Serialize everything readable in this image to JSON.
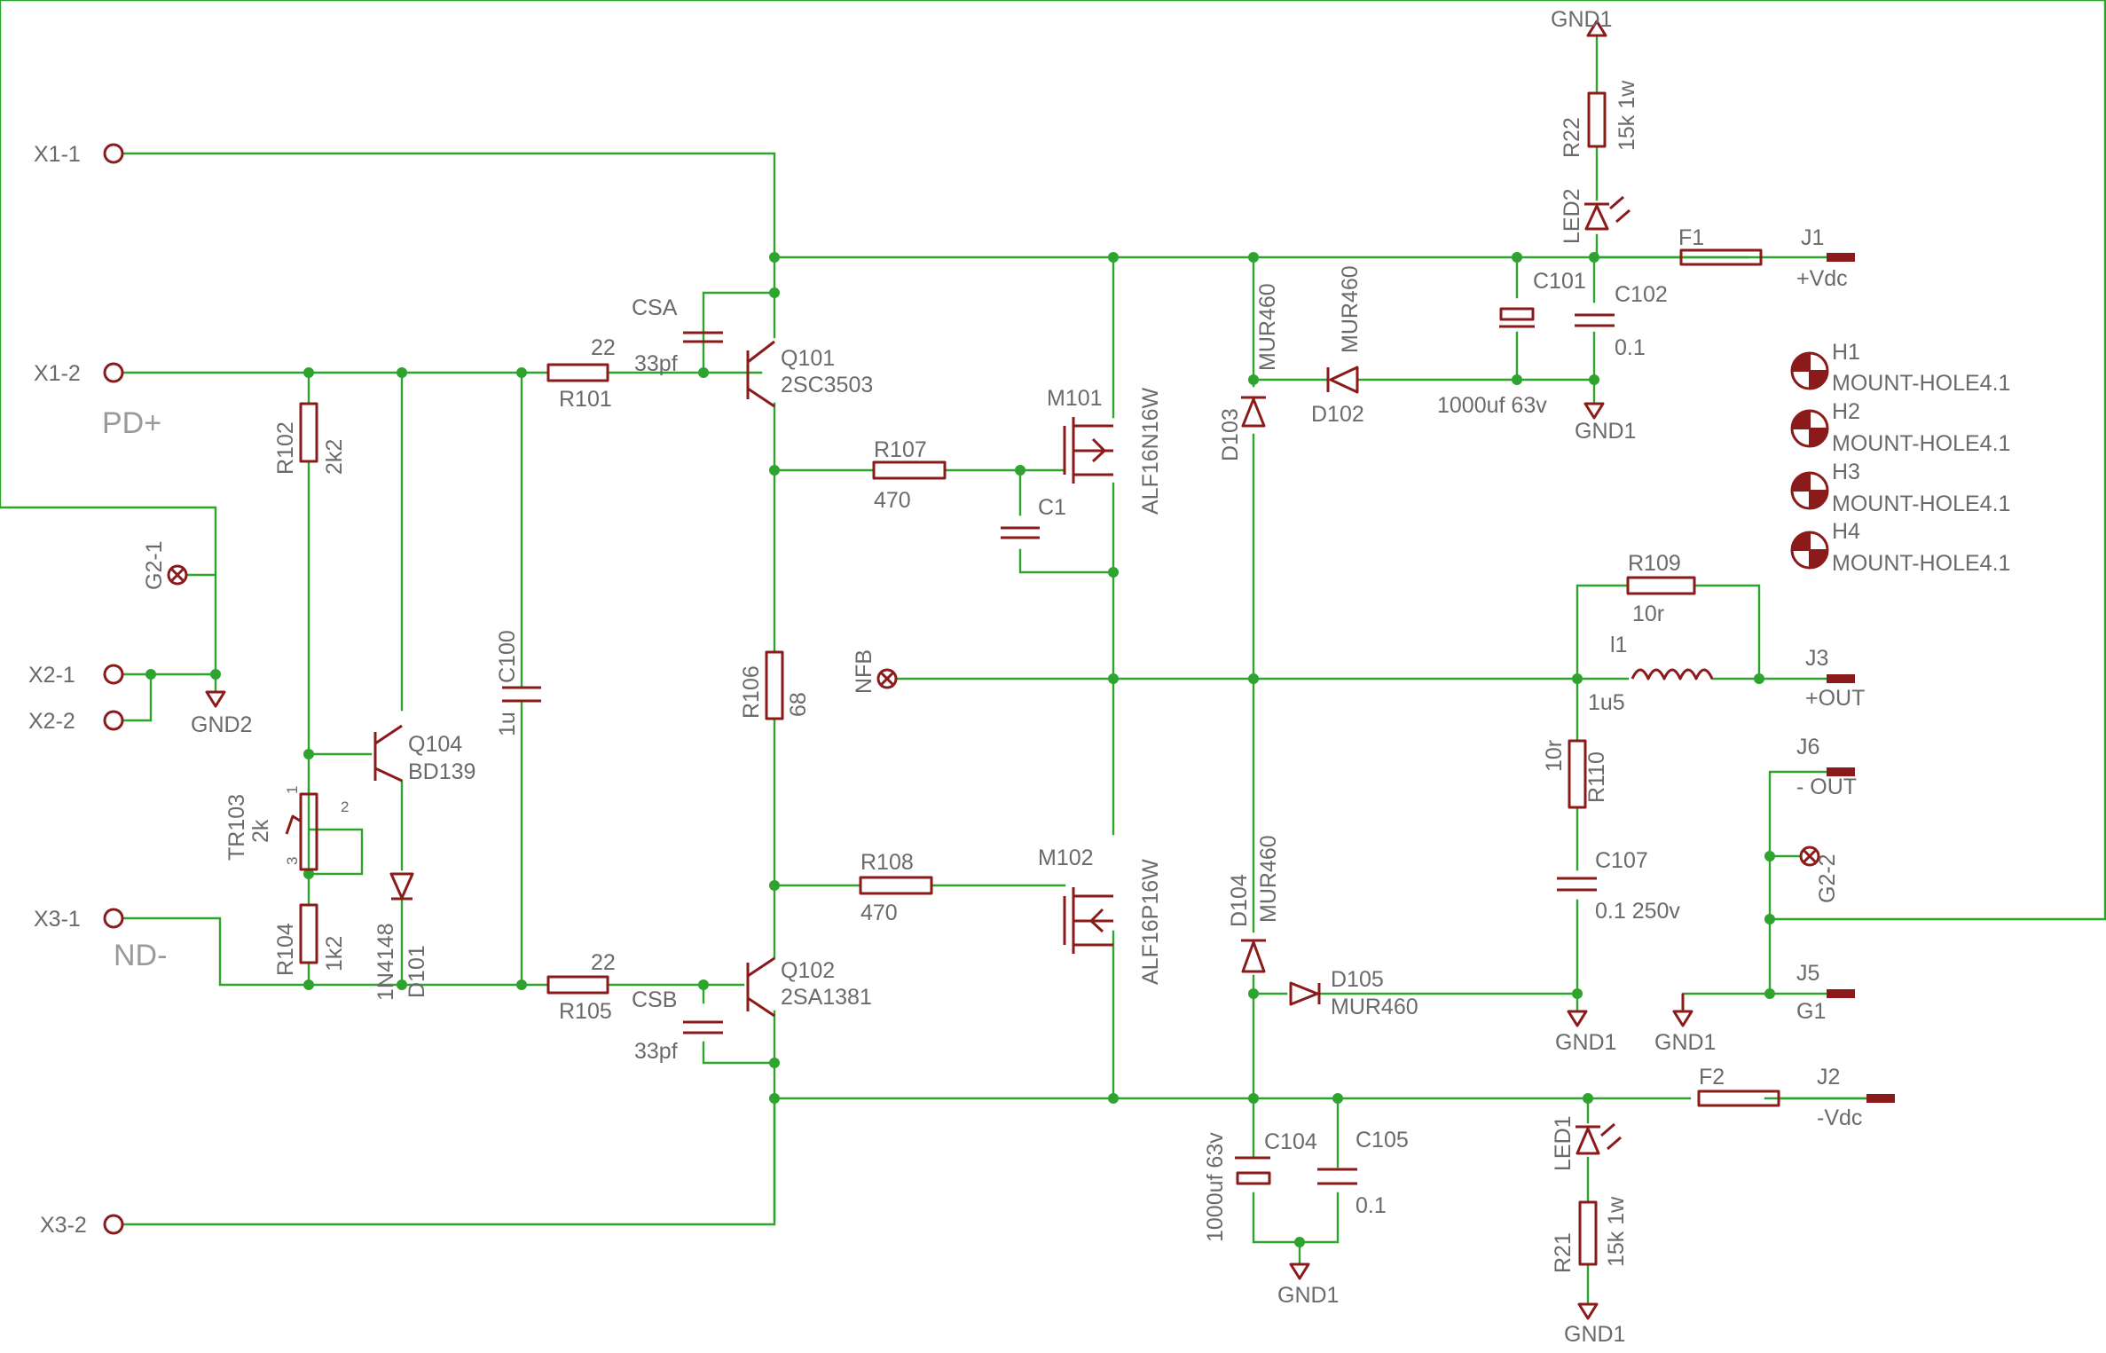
{
  "colors": {
    "wire": "#2ea42e",
    "part": "#8b1a1a",
    "text": "#6a6a6a"
  },
  "labels": {
    "x1_1": "X1-1",
    "x1_2": "X1-2",
    "x2_1": "X2-1",
    "x2_2": "X2-2",
    "x3_1": "X3-1",
    "x3_2": "X3-2",
    "pd": "PD+",
    "nd": "ND-",
    "g2_1": "G2-1",
    "g2_2": "G2-2",
    "gnd2": "GND2",
    "gnd1": "GND1",
    "nfb": "NFB",
    "csa": "CSA",
    "csa_val": "33pf",
    "csb": "CSB",
    "csb_val": "33pf",
    "r101": "R101",
    "r101_val": "22",
    "r105": "R105",
    "r105_val": "22",
    "r102": "R102",
    "r102_val": "2k2",
    "r104": "R104",
    "r104_val": "1k2",
    "tr103": "TR103",
    "tr103_val": "2k",
    "pin1": "1",
    "pin2": "2",
    "pin3": "3",
    "c100": "C100",
    "c100_val": "1u",
    "q104": "Q104",
    "q104_val": "BD139",
    "d101": "D101",
    "d101_val": "1N4148",
    "q101": "Q101",
    "q101_val": "2SC3503",
    "q102": "Q102",
    "q102_val": "2SA1381",
    "r106": "R106",
    "r106_val": "68",
    "r107": "R107",
    "r107_val": "470",
    "r108": "R108",
    "r108_val": "470",
    "c1": "C1",
    "m101": "M101",
    "m101_val": "ALF16N16W",
    "m102": "M102",
    "m102_val": "ALF16P16W",
    "d103": "D103",
    "d103_val": "MUR460",
    "d102": "D102",
    "d102_val": "MUR460",
    "d104": "D104",
    "d104_val": "MUR460",
    "d105": "D105",
    "d105_val": "MUR460",
    "c101": "C101",
    "c101_val": "1000uf 63v",
    "c102": "C102",
    "c102_val": "0.1",
    "c104": "C104",
    "c104_val": "1000uf 63v",
    "c105": "C105",
    "c105_val": "0.1",
    "r22": "R22",
    "r22_val": "15k 1w",
    "led2": "LED2",
    "r21": "R21",
    "r21_val": "15k 1w",
    "led1": "LED1",
    "f1": "F1",
    "f2": "F2",
    "j1": "J1",
    "j1_val": "+Vdc",
    "j2": "J2",
    "j2_val": "-Vdc",
    "j3": "J3",
    "j3_val": "+OUT",
    "j6": "J6",
    "j6_val": "- OUT",
    "j5": "J5",
    "j5_val": "G1",
    "h1": "H1",
    "h2": "H2",
    "h3": "H3",
    "h4": "H4",
    "mount": "MOUNT-HOLE4.1",
    "r109": "R109",
    "r109_val": "10r",
    "l1": "l1",
    "l1_val": "1u5",
    "r110": "R110",
    "r110_val": "10r",
    "c107": "C107",
    "c107_val": "0.1 250v"
  }
}
